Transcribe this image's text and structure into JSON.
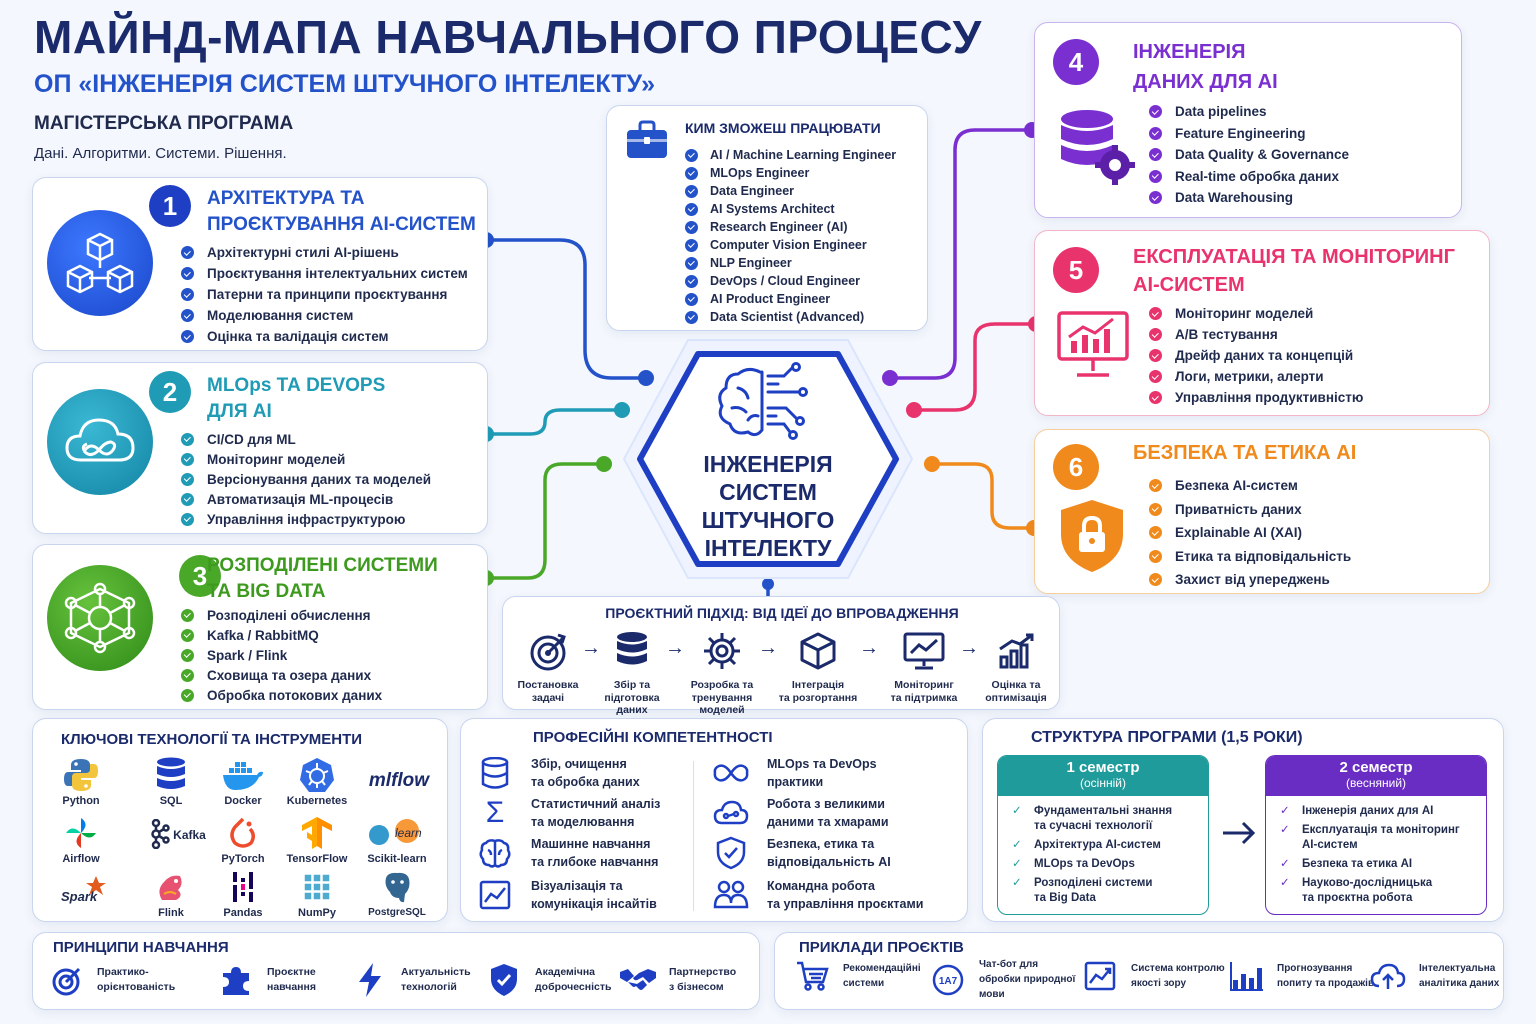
{
  "header": {
    "title": "МАЙНД-МАПА НАВЧАЛЬНОГО ПРОЦЕСУ",
    "subtitle": "ОП «ІНЖЕНЕРІЯ СИСТЕМ ШТУЧНОГО ІНТЕЛЕКТУ»",
    "program": "МАГІСТЕРСЬКА ПРОГРАМА",
    "tagline": "Дані. Алгоритми. Системи. Рішення."
  },
  "center": {
    "line1": "ІНЖЕНЕРІЯ",
    "line2": "СИСТЕМ",
    "line3": "ШТУЧНОГО",
    "line4": "ІНТЕЛЕКТУ"
  },
  "colors": {
    "navy": "#1b2a6b",
    "blue": "#2352c9",
    "teal": "#1f9bb6",
    "green": "#4aa829",
    "purple": "#7a2fd0",
    "pink": "#e8336d",
    "orange": "#f08a1c"
  },
  "topics": [
    {
      "num": "1",
      "title": "АРХІТЕКТУРА ТА\nПРОЄКТУВАННЯ AI-СИСТЕМ",
      "icon": "cubes-icon",
      "items": [
        "Архітектурні стилі AI-рішень",
        "Проєктування інтелектуальних систем",
        "Патерни та принципи проєктування",
        "Моделювання систем",
        "Оцінка та валідація систем"
      ]
    },
    {
      "num": "2",
      "title": "MLOps ТА DEVOPS\nДЛЯ AI",
      "icon": "cloud-infinity-icon",
      "items": [
        "CI/CD для ML",
        "Моніторинг моделей",
        "Версіонування даних та моделей",
        "Автоматизація ML-процесів",
        "Управління інфраструктурою"
      ]
    },
    {
      "num": "3",
      "title": "РОЗПОДІЛЕНІ СИСТЕМИ\nТА BIG DATA",
      "icon": "network-icon",
      "items": [
        "Розподілені обчислення",
        "Kafka / RabbitMQ",
        "Spark / Flink",
        "Сховища та озера даних",
        "Обробка потокових даних"
      ]
    },
    {
      "num": "4",
      "title": "ІНЖЕНЕРІЯ\nДАНИХ ДЛЯ AI",
      "icon": "database-gear-icon",
      "items": [
        "Data pipelines",
        "Feature Engineering",
        "Data Quality & Governance",
        "Real-time обробка даних",
        "Data Warehousing"
      ]
    },
    {
      "num": "5",
      "title": "ЕКСПЛУАТАЦІЯ ТА МОНІТОРИНГ\nAI-СИСТЕМ",
      "icon": "monitor-chart-icon",
      "items": [
        "Моніторинг моделей",
        "A/B тестування",
        "Дрейф даних та концепцій",
        "Логи, метрики, алерти",
        "Управління продуктивністю"
      ]
    },
    {
      "num": "6",
      "title": "БЕЗПЕКА ТА ЕТИКА AI",
      "icon": "shield-lock-icon",
      "items": [
        "Безпека AI-систем",
        "Приватність даних",
        "Explainable AI (XAI)",
        "Етика та відповідальність",
        "Захист від упереджень"
      ]
    }
  ],
  "careers": {
    "title": "КИМ ЗМОЖЕШ ПРАЦЮВАТИ",
    "items": [
      "AI / Machine Learning Engineer",
      "MLOps Engineer",
      "Data Engineer",
      "AI Systems Architect",
      "Research Engineer (AI)",
      "Computer Vision Engineer",
      "NLP Engineer",
      "DevOps / Cloud Engineer",
      "AI Product Engineer",
      "Data Scientist (Advanced)"
    ]
  },
  "approach": {
    "title": "ПРОЄКТНИЙ ПІДХІД: ВІД ІДЕЇ ДО ВПРОВАДЖЕННЯ",
    "steps": [
      {
        "label": "Постановка\nзадачі",
        "icon": "target-icon"
      },
      {
        "label": "Збір та\nпідготовка\nданих",
        "icon": "database-icon"
      },
      {
        "label": "Розробка та\nтренування\nмоделей",
        "icon": "gear-icon"
      },
      {
        "label": "Інтеграція\nта розгортання",
        "icon": "cube-icon"
      },
      {
        "label": "Моніторинг\nта підтримка",
        "icon": "monitor-icon"
      },
      {
        "label": "Оцінка та\nоптимізація",
        "icon": "bar-chart-icon"
      }
    ]
  },
  "tech": {
    "title": "КЛЮЧОВІ ТЕХНОЛОГІЇ ТА ІНСТРУМЕНТИ",
    "mlflow": "mlflow",
    "items": [
      "Python",
      "SQL",
      "Docker",
      "Kubernetes",
      "Airflow",
      "Kafka",
      "PyTorch",
      "TensorFlow",
      "Scikit-learn",
      "Spark",
      "Flink",
      "Pandas",
      "NumPy",
      "PostgreSQL"
    ]
  },
  "competencies": {
    "title": "ПРОФЕСІЙНІ КОМПЕТЕНТНОСТІ",
    "items": [
      {
        "label": "Збір, очищення\nта обробка даних",
        "icon": "database-icon"
      },
      {
        "label": "Статистичний аналіз\nта моделювання",
        "icon": "sigma-icon"
      },
      {
        "label": "Машинне навчання\nта глибоке навчання",
        "icon": "brain-icon"
      },
      {
        "label": "Візуалізація та\nкомунікація інсайтів",
        "icon": "line-chart-icon"
      },
      {
        "label": "MLOps та DevOps\nпрактики",
        "icon": "infinity-icon"
      },
      {
        "label": "Робота з великими\nданими та хмарами",
        "icon": "cloud-icon"
      },
      {
        "label": "Безпека, етика та\nвідповідальність AI",
        "icon": "shield-icon"
      },
      {
        "label": "Командна робота\nта управління проєктами",
        "icon": "team-icon"
      }
    ]
  },
  "structure": {
    "title": "СТРУКТУРА ПРОГРАМИ (1,5 РОКИ)",
    "sem1": {
      "title": "1 семестр",
      "sub": "(осінній)",
      "items": [
        "Фундаментальні знання\nта сучасні технології",
        "Архітектура AI-систем",
        "MLOps та DevOps",
        "Розподілені системи\nта Big Data"
      ]
    },
    "sem2": {
      "title": "2 семестр",
      "sub": "(весняний)",
      "items": [
        "Інженерія даних для AI",
        "Експлуатація та моніторинг\nAI-систем",
        "Безпека та етика AI",
        "Науково-дослідницька\nта проєктна робота"
      ]
    }
  },
  "principles": {
    "title": "ПРИНЦИПИ НАВЧАННЯ",
    "items": [
      {
        "label": "Практико-\nорієнтованість",
        "icon": "target-icon"
      },
      {
        "label": "Проєктне\nнавчання",
        "icon": "puzzle-icon"
      },
      {
        "label": "Актуальність\nтехнологій",
        "icon": "lightning-icon"
      },
      {
        "label": "Академічна\nдоброчесність",
        "icon": "shield-check-icon"
      },
      {
        "label": "Партнерство\nз бізнесом",
        "icon": "handshake-icon"
      }
    ]
  },
  "examples": {
    "title": "ПРИКЛАДИ ПРОЄКТІВ",
    "items": [
      {
        "label": "Рекомендаційні\nсистеми",
        "icon": "cart-icon"
      },
      {
        "label": "Чат-бот для\nобробки природної\nмови",
        "icon": "chat-bot-icon"
      },
      {
        "label": "Система контролю\nякості зору",
        "icon": "chart-icon"
      },
      {
        "label": "Прогнозування\nпопиту та продажів",
        "icon": "bar-chart-icon"
      },
      {
        "label": "Інтелектуальна\nаналітика даних",
        "icon": "cloud-upload-icon"
      }
    ]
  }
}
